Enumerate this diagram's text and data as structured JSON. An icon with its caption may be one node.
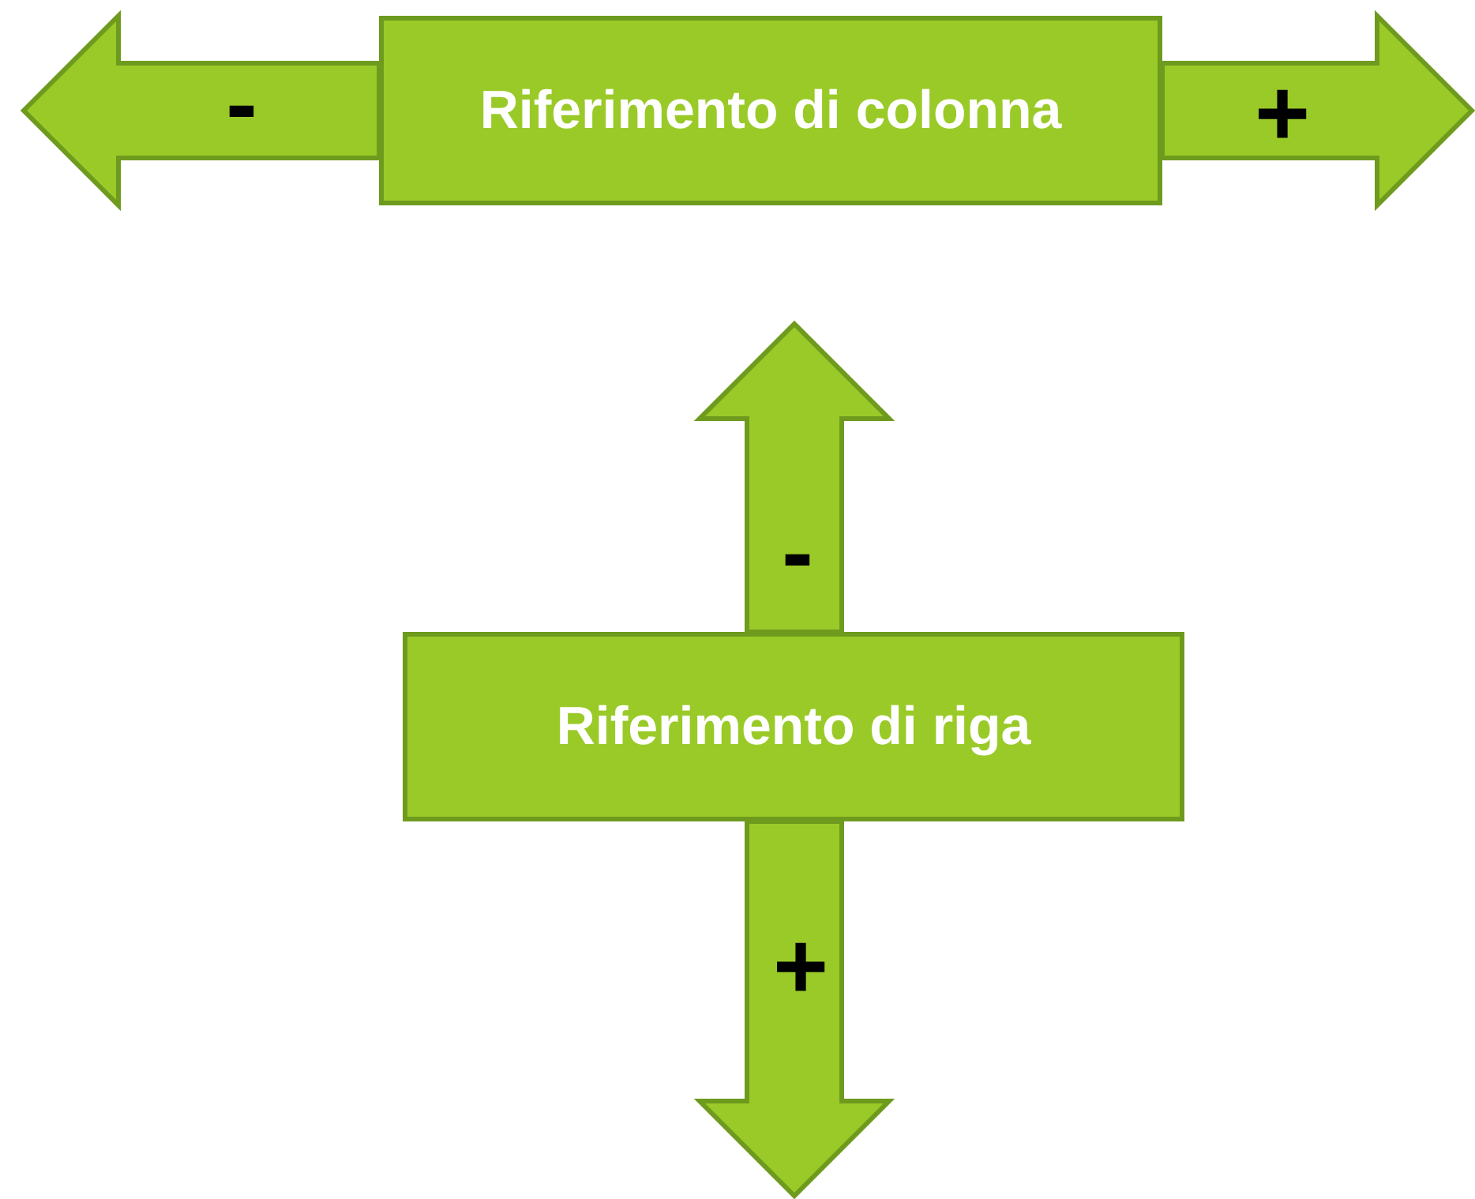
{
  "diagram": {
    "nodes": [
      {
        "text": [
          "Riferimento di colonna"
        ]
      },
      {
        "text": [
          "Riferimento di riga"
        ]
      }
    ],
    "edges": [
      {
        "from": 0,
        "to": null,
        "arrow": "to",
        "label": "-"
      },
      {
        "from": 0,
        "to": null,
        "arrow": "to",
        "label": "+"
      },
      {
        "from": 1,
        "to": null,
        "arrow": "to",
        "label": "-"
      },
      {
        "from": 1,
        "to": null,
        "arrow": "to",
        "label": "+"
      }
    ]
  }
}
